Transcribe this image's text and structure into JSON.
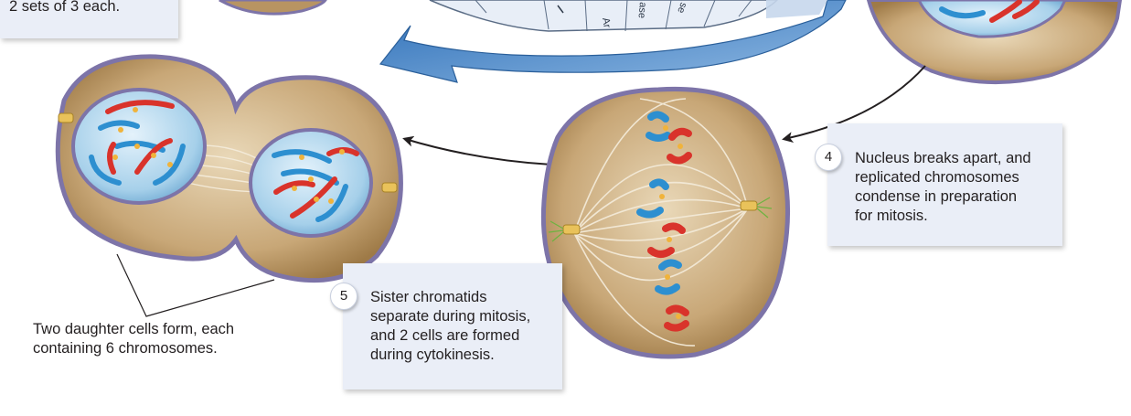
{
  "top_left_box": {
    "text": "2 sets of 3 each."
  },
  "cycle_labels": {
    "left_label": "Ar",
    "mid_label": "ase",
    "right_label": "se"
  },
  "step4": {
    "number": "4",
    "lines": [
      "Nucleus breaks apart, and",
      "replicated chromosomes",
      "condense in preparation",
      "for mitosis."
    ]
  },
  "step5": {
    "number": "5",
    "lines": [
      "Sister chromatids",
      "separate during mitosis,",
      "and 2 cells are formed",
      "during cytokinesis."
    ]
  },
  "daughter_caption": {
    "lines": [
      "Two daughter cells form, each",
      "containing 6 chromosomes."
    ]
  },
  "colors": {
    "cytoplasm": "#b89462",
    "membrane": "#7d74a8",
    "nucleus": "#a8cfe6",
    "chrom_blue": "#2d8fd0",
    "chrom_red": "#d9332b",
    "box_bg": "#eaeef7",
    "arrow_blue": "#3c7fc1"
  }
}
